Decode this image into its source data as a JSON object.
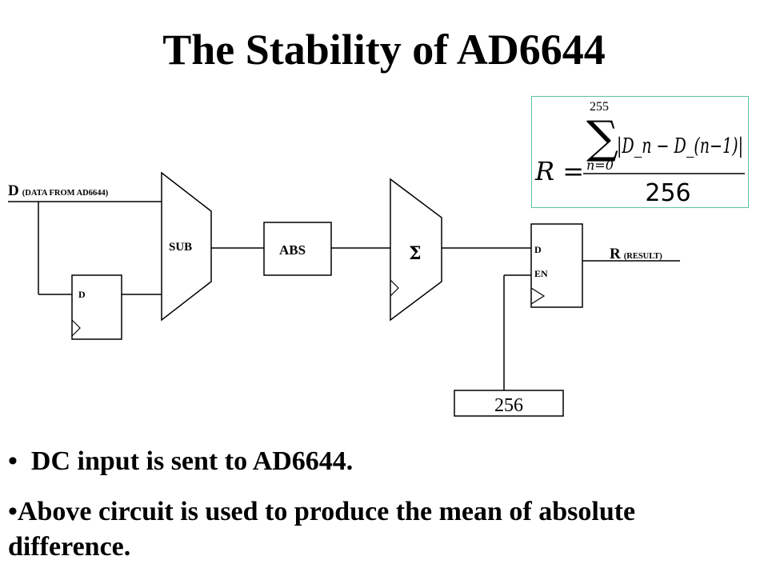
{
  "title": "The Stability of AD6644",
  "diagram": {
    "input_label_main": "D",
    "input_label_sub": "(DATA  FROM AD6644)",
    "delay_block_label": "D",
    "sub_block_label": "SUB",
    "abs_block_label": "ABS",
    "sum_block_label": "Σ",
    "register_d_label": "D",
    "register_en_label": "EN",
    "output_label_main": "R",
    "output_label_sub": "(RESULT)",
    "counter_label": "256"
  },
  "formula": {
    "lhs": "R =",
    "sum_upper": "255",
    "sum_lower": "n=0",
    "numerator": "|D_n − D_(n−1)|",
    "denominator": "256"
  },
  "bullets": [
    "DC input is sent to AD6644.",
    "Above circuit is used to produce the mean of absolute difference."
  ]
}
